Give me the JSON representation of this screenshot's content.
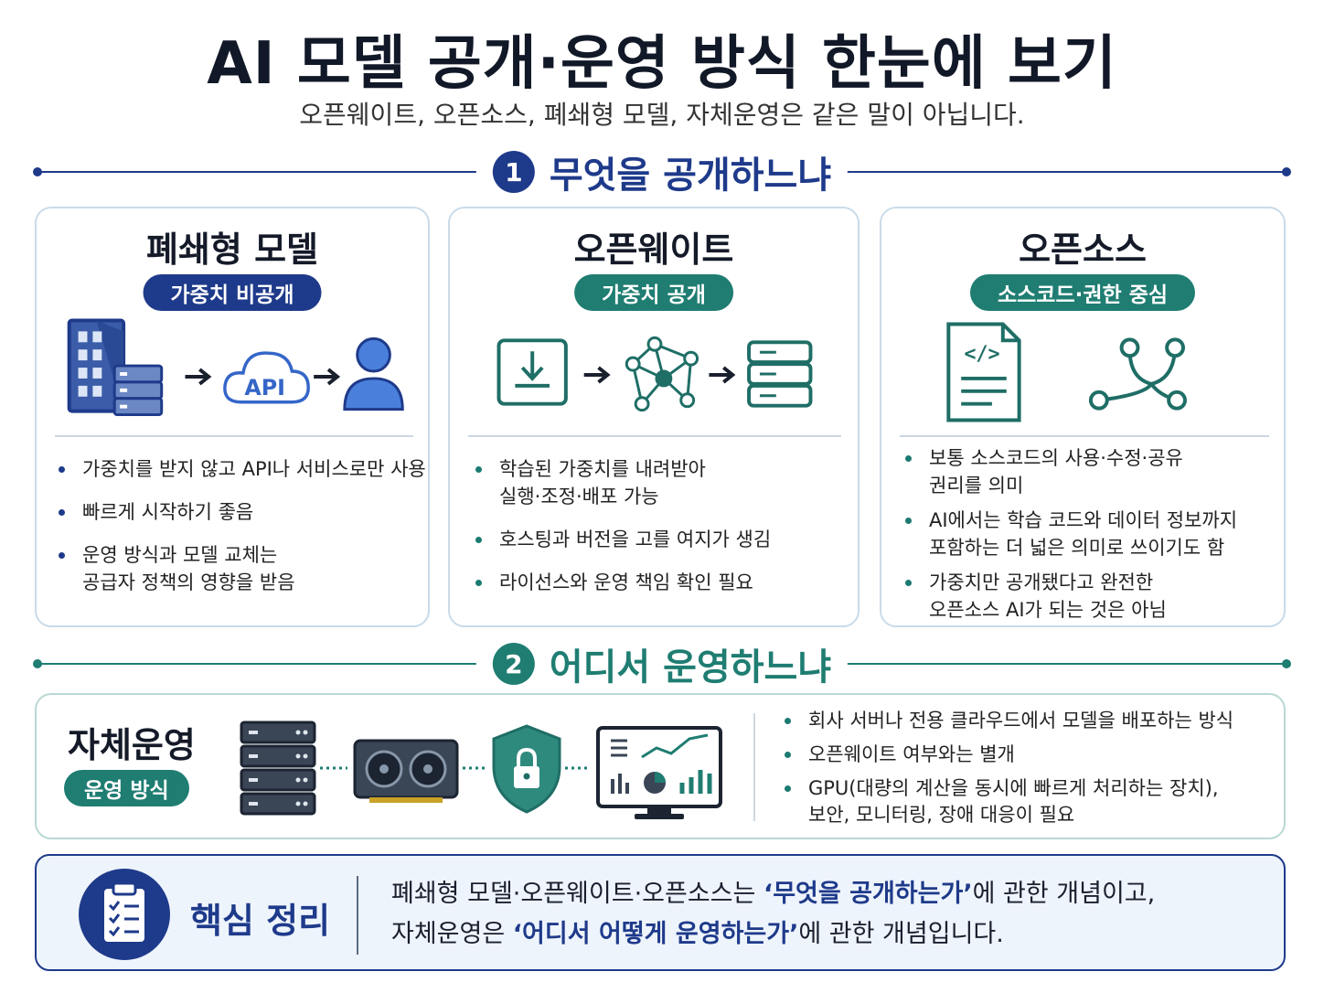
{
  "title": "AI 모델 공개·운영 방식 한눈에 보기",
  "subtitle": "오픈웨이트, 오픈소스, 폐쇄형 모델, 자체운영은 같은 말이 아닙니다.",
  "section1": {
    "number": "1",
    "label": "무엇을 공개하느냐"
  },
  "section2": {
    "number": "2",
    "label": "어디서 운영하느냐"
  },
  "closed": {
    "title": "폐쇄형 모델",
    "badge": "가중치 비공개",
    "icon_label": "API",
    "bullets": [
      "가중치를 받지 않고 API나 서비스로만 사용",
      "빠르게 시작하기 좋음",
      "운영 방식과 모델 교체는",
      "공급자 정책의 영향을 받음"
    ]
  },
  "openweight": {
    "title": "오픈웨이트",
    "badge": "가중치 공개",
    "bullets": [
      "학습된 가중치를 내려받아",
      "실행·조정·배포 가능",
      "호스팅과 버전을 고를 여지가 생김",
      "라이선스와 운영 책임 확인 필요"
    ]
  },
  "opensource": {
    "title": "오픈소스",
    "badge": "소스코드·권한 중심",
    "icon_label": "</>",
    "bullets": [
      "보통 소스코드의 사용·수정·공유",
      "권리를 의미",
      "AI에서는 학습 코드와 데이터 정보까지",
      "포함하는 더 넓은 의미로 쓰이기도 함",
      "가중치만 공개됐다고 완전한",
      "오픈소스 AI가 되는 것은 아님"
    ]
  },
  "selfhost": {
    "title": "자체운영",
    "badge": "운영 방식",
    "bullets": [
      "회사 서버나 전용 클라우드에서 모델을 배포하는 방식",
      "오픈웨이트 여부와는 별개",
      "GPU(대량의 계산을 동시에 빠르게 처리하는 장치),",
      "보안, 모니터링, 장애 대응이 필요"
    ]
  },
  "summary": {
    "title": "핵심 정리",
    "line1_pre": "폐쇄형 모델·오픈웨이트·오픈소스는 ",
    "line1_hl": "‘무엇을 공개하는가’",
    "line1_post": "에 관한 개념이고,",
    "line2_pre": "자체운영은 ",
    "line2_hl": "‘어디서 어떻게 운영하는가’",
    "line2_post": "에 관한 개념입니다."
  },
  "colors": {
    "navy": "#1e3a8a",
    "teal": "#1f7d72",
    "card_border": "#c9dbe9"
  }
}
